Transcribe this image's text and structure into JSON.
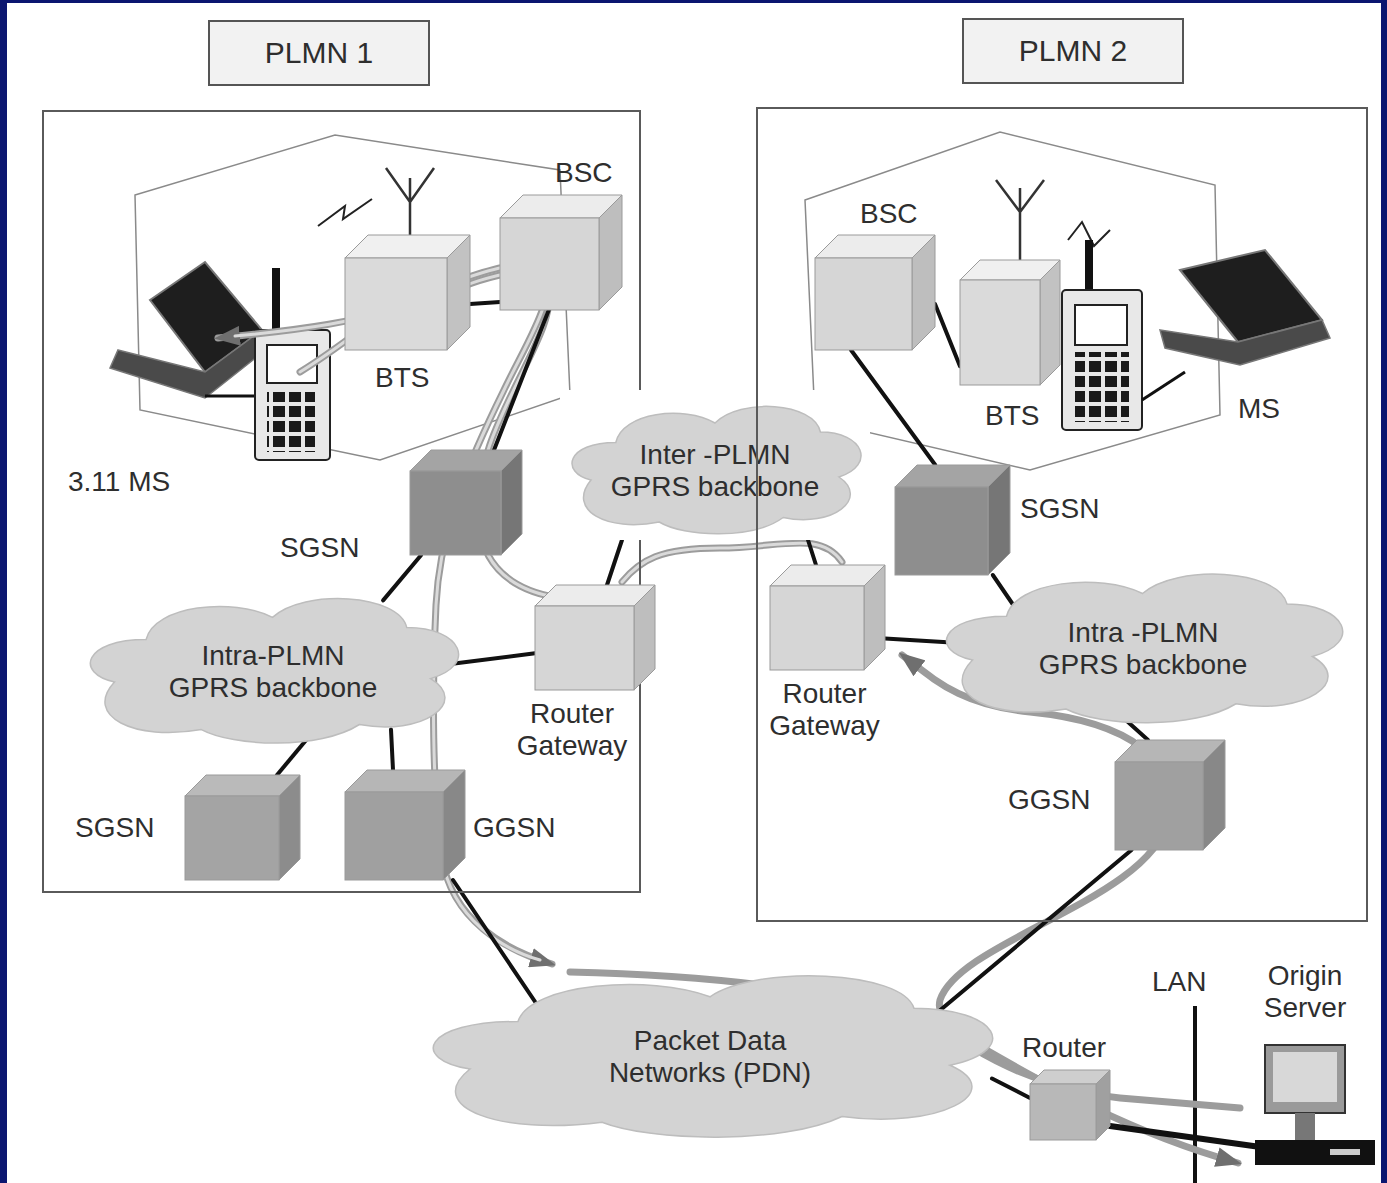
{
  "diagram": {
    "nodes": [
      {
        "text": [
          "PLMN 1"
        ]
      },
      {
        "text": [
          "BSC"
        ],
        "in": 0
      },
      {
        "text": [
          "BTS"
        ],
        "in": 0
      },
      {
        "text": [
          "3.11 MS"
        ],
        "in": 0
      },
      {
        "text": [
          "SGSN"
        ],
        "in": 0
      },
      {
        "text": [
          "Intra-PLMN GPRS backbone"
        ],
        "in": 0
      },
      {
        "text": [
          "Router Gateway"
        ],
        "in": 0
      },
      {
        "text": [
          "SGSN"
        ],
        "in": 0
      },
      {
        "text": [
          "GGSN"
        ],
        "in": 0
      },
      {
        "text": [
          "Inter -PLMN GPRS backbone"
        ]
      },
      {
        "text": [
          "PLMN 2"
        ]
      },
      {
        "text": [
          "BSC"
        ],
        "in": 10
      },
      {
        "text": [
          "BTS"
        ],
        "in": 10
      },
      {
        "text": [
          "MS"
        ],
        "in": 10
      },
      {
        "text": [
          "SGSN"
        ],
        "in": 10
      },
      {
        "text": [
          "Intra -PLMN GPRS backbone"
        ],
        "in": 10
      },
      {
        "text": [
          "Router Gateway"
        ],
        "in": 10
      },
      {
        "text": [
          "GGSN"
        ],
        "in": 10
      },
      {
        "text": [
          "Packet Data Networks (PDN)"
        ]
      },
      {
        "text": [
          "Router"
        ]
      },
      {
        "text": [
          "Origin Server"
        ]
      }
    ],
    "edges": [
      {
        "from": 2,
        "to": 1,
        "arrow": "none"
      },
      {
        "from": 1,
        "to": 4,
        "arrow": "none"
      },
      {
        "from": 4,
        "to": 5,
        "arrow": "none"
      },
      {
        "from": 5,
        "to": 6,
        "arrow": "none"
      },
      {
        "from": 5,
        "to": 7,
        "arrow": "none"
      },
      {
        "from": 5,
        "to": 8,
        "arrow": "none"
      },
      {
        "from": 8,
        "to": 18,
        "arrow": "none"
      },
      {
        "from": 6,
        "to": 9,
        "arrow": "none"
      },
      {
        "from": 16,
        "to": 9,
        "arrow": "none"
      },
      {
        "from": 11,
        "to": 12,
        "arrow": "none"
      },
      {
        "from": 11,
        "to": 14,
        "arrow": "none"
      },
      {
        "from": 14,
        "to": 15,
        "arrow": "none"
      },
      {
        "from": 15,
        "to": 16,
        "arrow": "none"
      },
      {
        "from": 15,
        "to": 17,
        "arrow": "none"
      },
      {
        "from": 17,
        "to": 18,
        "arrow": "none"
      },
      {
        "from": 18,
        "to": 19,
        "arrow": "none"
      },
      {
        "from": 19,
        "to": 20,
        "arrow": "none"
      }
    ],
    "labels": [
      "LAN"
    ]
  }
}
